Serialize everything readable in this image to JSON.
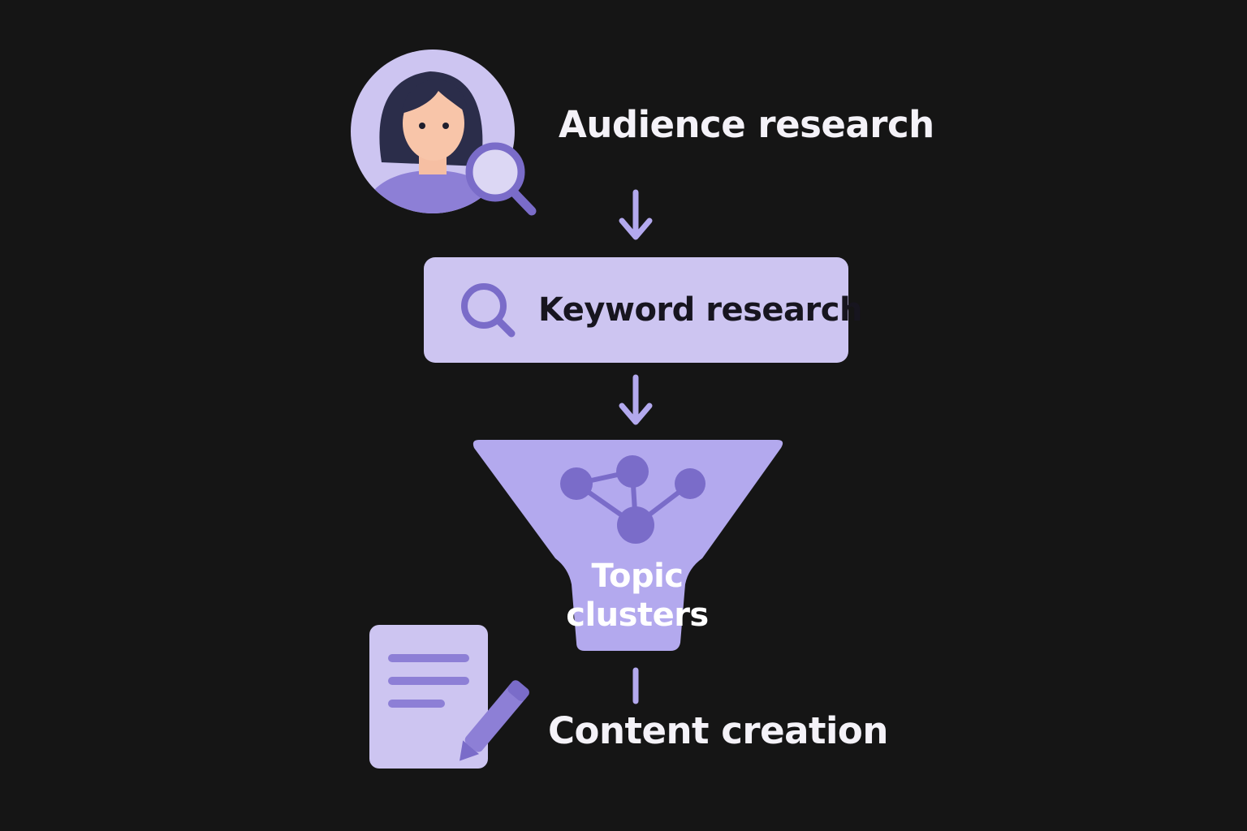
{
  "steps": {
    "audience": {
      "label": "Audience research",
      "icon": "person-search-icon"
    },
    "keyword": {
      "label": "Keyword research",
      "icon": "magnifier-icon"
    },
    "topic": {
      "line1": "Topic",
      "line2": "clusters",
      "icon": "network-nodes-icon"
    },
    "content": {
      "label": "Content creation",
      "icon": "document-pencil-icon"
    }
  },
  "colors": {
    "background": "#151515",
    "light_purple": "#cdc5f1",
    "medium_purple": "#b3a9ee",
    "dark_purple": "#7a6cc9",
    "text_light": "#f4f2f8",
    "text_dark": "#17151f"
  }
}
